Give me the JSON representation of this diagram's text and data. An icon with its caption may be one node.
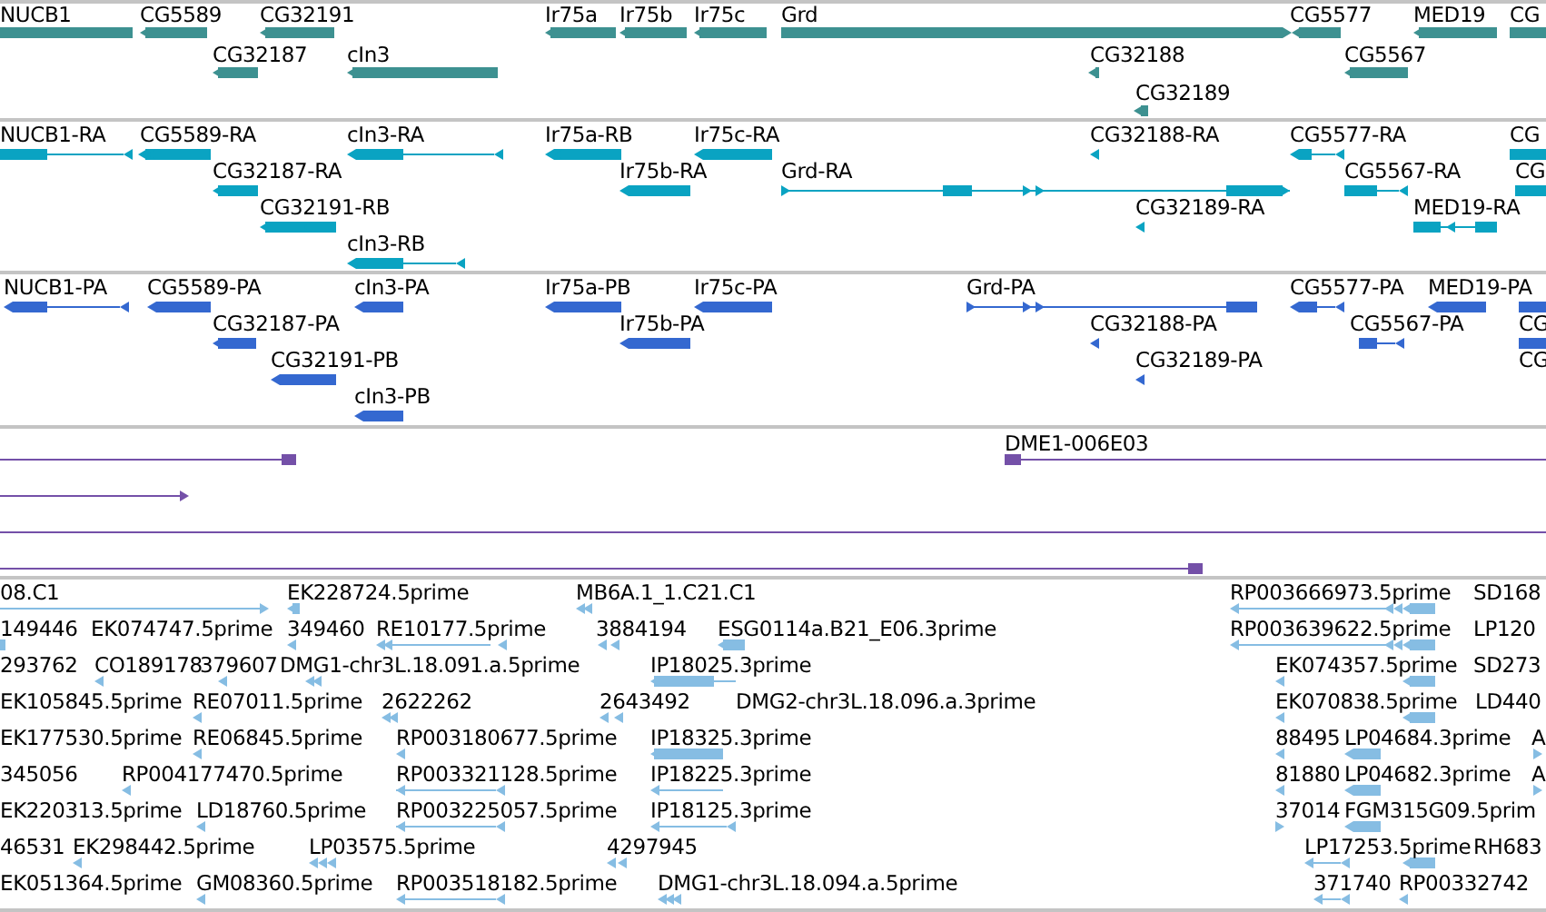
{
  "diagram": {
    "labels": [
      "NUCB1",
      "CG5589",
      "CG32191",
      "Ir75a",
      "Ir75b",
      "Ir75c",
      "Grd",
      "CG5577",
      "MED19",
      "CG",
      "CG32187",
      "cIn3",
      "CG32188",
      "CG5567",
      "CG32189",
      "NUCB1-RA",
      "CG5589-RA",
      "cIn3-RA",
      "Ir75a-RB",
      "Ir75c-RA",
      "CG32188-RA",
      "CG5577-RA",
      "CG",
      "CG32187-RA",
      "Ir75b-RA",
      "Grd-RA",
      "CG5567-RA",
      "CG",
      "CG32191-RB",
      "CG32189-RA",
      "MED19-RA",
      "cIn3-RB",
      "NUCB1-PA",
      "CG5589-PA",
      "cIn3-PA",
      "Ir75a-PB",
      "Ir75c-PA",
      "Grd-PA",
      "CG5577-PA",
      "MED19-PA",
      "CG32187-PA",
      "Ir75b-PA",
      "CG32188-PA",
      "CG5567-PA",
      "CG",
      "CG32191-PB",
      "CG32189-PA",
      "CG",
      "cIn3-PB",
      "DME1-006E03",
      "08.C1",
      "EK228724.5prime",
      "MB6A.1_1.C21.C1",
      "RP003666973.5prime",
      "SD168",
      "149446",
      "EK074747.5prime",
      "349460",
      "RE10177.5prime",
      "3884194",
      "ESG0114a.B21_E06.3prime",
      "RP003639622.5prime",
      "LP120",
      "293762",
      "CO189178",
      "379607",
      "DMG1-chr3L.18.091.a.5prime",
      "IP18025.3prime",
      "EK074357.5prime",
      "SD273",
      "EK105845.5prime",
      "RE07011.5prime",
      "2622262",
      "2643492",
      "DMG2-chr3L.18.096.a.3prime",
      "EK070838.5prime",
      "LD440",
      "EK177530.5prime",
      "RE06845.5prime",
      "RP003180677.5prime",
      "IP18325.3prime",
      "88495",
      "LP04684.3prime",
      "A",
      "345056",
      "RP004177470.5prime",
      "RP003321128.5prime",
      "IP18225.3prime",
      "81880",
      "LP04682.3prime",
      "A",
      "EK220313.5prime",
      "LD18760.5prime",
      "RP003225057.5prime",
      "IP18125.3prime",
      "37014",
      "FGM315G09.5prim",
      "46531",
      "EK298442.5prime",
      "LP03575.5prime",
      "4297945",
      "LP17253.5prime",
      "RH683",
      "EK051364.5prime",
      "GM08360.5prime",
      "RP003518182.5prime",
      "DMG1-chr3L.18.094.a.5prime",
      "371740",
      "RP00332742"
    ]
  }
}
